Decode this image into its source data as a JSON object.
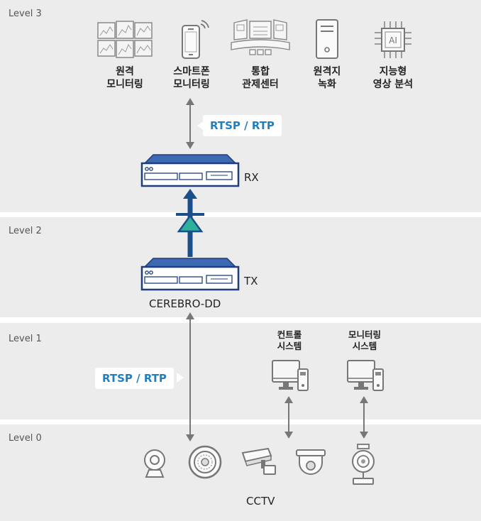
{
  "levels": {
    "level3": "Level 3",
    "level2": "Level 2",
    "level1": "Level 1",
    "level0": "Level 0"
  },
  "top_items": [
    {
      "line1": "원격",
      "line2": "모니터링",
      "icon": "video-wall-icon"
    },
    {
      "line1": "스마트폰",
      "line2": "모니터링",
      "icon": "smartphone-icon"
    },
    {
      "line1": "통합",
      "line2": "관제센터",
      "icon": "control-center-icon"
    },
    {
      "line1": "원격지",
      "line2": "녹화",
      "icon": "server-icon"
    },
    {
      "line1": "지능형",
      "line2": "영상 분석",
      "icon": "ai-chip-icon"
    }
  ],
  "protocol_top": "RTSP / RTP",
  "protocol_bottom": "RTSP / RTP",
  "rx_label": "RX",
  "tx_label": "TX",
  "device_name": "CEREBRO-DD",
  "control_system": {
    "line1": "컨트롤",
    "line2": "시스템"
  },
  "monitor_system": {
    "line1": "모니터링",
    "line2": "시스템"
  },
  "cctv_label": "CCTV",
  "colors": {
    "arrow_blue": "#1b4f8a",
    "diode_green": "#2fb09a",
    "callout_text": "#1f7fc1",
    "band": "#ececec"
  }
}
